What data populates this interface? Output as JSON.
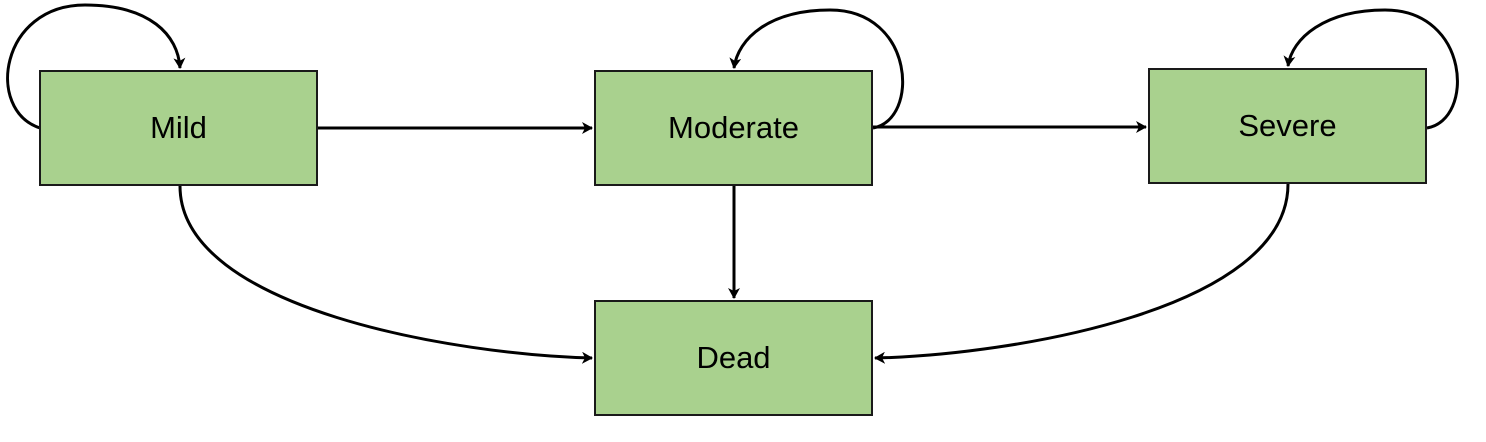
{
  "diagram": {
    "colors": {
      "box_fill": "#a9d18e",
      "box_border": "#1a1a1a",
      "arrow": "#000000"
    },
    "states": {
      "mild": "Mild",
      "moderate": "Moderate",
      "severe": "Severe",
      "dead": "Dead"
    },
    "transitions": [
      {
        "from": "Mild",
        "to": "Mild"
      },
      {
        "from": "Mild",
        "to": "Moderate"
      },
      {
        "from": "Mild",
        "to": "Dead"
      },
      {
        "from": "Moderate",
        "to": "Moderate"
      },
      {
        "from": "Moderate",
        "to": "Severe"
      },
      {
        "from": "Moderate",
        "to": "Dead"
      },
      {
        "from": "Severe",
        "to": "Severe"
      },
      {
        "from": "Severe",
        "to": "Dead"
      }
    ]
  }
}
